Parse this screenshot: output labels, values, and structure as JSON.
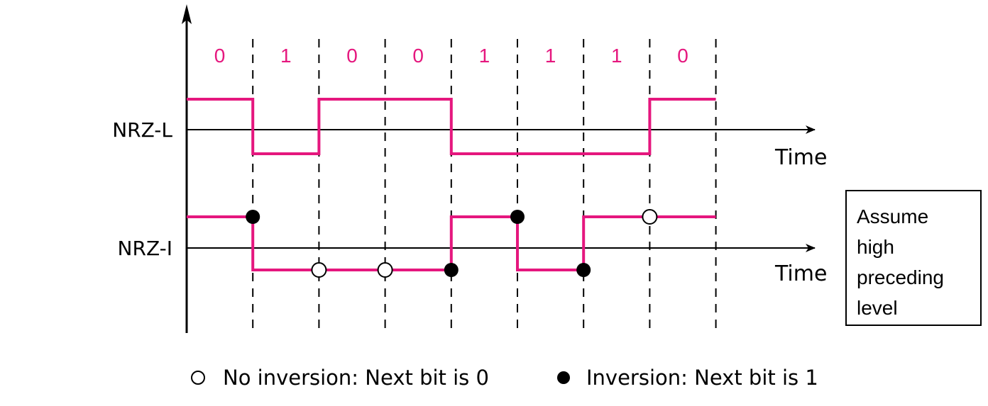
{
  "colors": {
    "signal": "#e5177e",
    "bit_text": "#e5177e",
    "axis": "#000000"
  },
  "bits": [
    "0",
    "1",
    "0",
    "0",
    "1",
    "1",
    "1",
    "0"
  ],
  "nrz_l": {
    "label": "NRZ-L",
    "time_label": "Time",
    "levels": [
      "high",
      "low",
      "high",
      "high",
      "low",
      "low",
      "low",
      "high"
    ]
  },
  "nrz_i": {
    "label": "NRZ-I",
    "time_label": "Time",
    "levels": [
      "high",
      "low",
      "low",
      "low",
      "high",
      "low",
      "high",
      "high"
    ],
    "markers": [
      "filled",
      "open",
      "open",
      "filled",
      "filled",
      "filled",
      "open"
    ]
  },
  "note": {
    "lines": [
      "Assume",
      "high",
      "preceding",
      "level"
    ]
  },
  "legend": {
    "no_inversion": "No inversion: Next bit is 0",
    "inversion": "Inversion: Next bit is 1"
  }
}
